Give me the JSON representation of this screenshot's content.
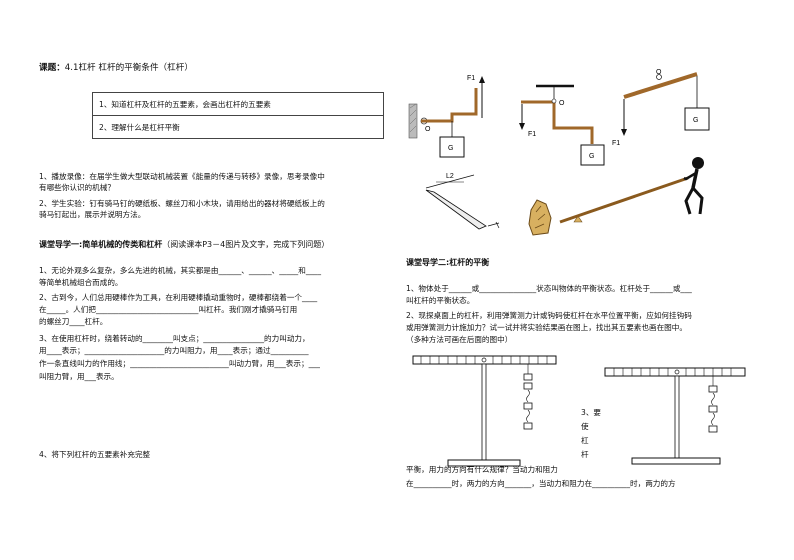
{
  "title": {
    "label": "课题：",
    "text": "4.1杠杆 杠杆的平衡条件（杠杆）"
  },
  "goals": [
    "1、知道杠杆及杠杆的五要素，会画出杠杆的五要素",
    "2、理解什么是杠杆平衡"
  ],
  "intro": [
    "1、播放录像：在届学生做大型联动机械装置《能量的传递与转移》录像，思考录像中",
    "有哪些你认识的机械？",
    "2、学生实验：钉有骑马钉的硬纸板、螺丝刀和小木块，请用给出的器材将硬纸板上的",
    "骑马钉起出，展示并说明方法。"
  ],
  "section1": {
    "heading": "课堂导学一:简单机械的传类和杠杆",
    "note": "（阅读课本P3－4图片及文字，完成下列问题）"
  },
  "section1_lines": [
    "1、无论外观多么复杂，多么先进的机械，其实都是由______、______、_____和____",
    "等简单机械组合而成的。",
    "2、古到今，人们总用硬棒作为工具，在利用硬棒撬动重物时，硬棒都绕着一个____",
    "在_____。人们把___________________________叫杠杆。我们刚才撬骑马钉用",
    "的螺丝刀____杠杆。",
    "3、在使用杠杆时，绕着转动的________叫支点；________________的力叫动力，",
    "用____表示；_____________________的力叫阻力，用____表示；通过__________",
    "作一条直线叫力的作用线；__________________________叫动力臂，用___表示；___",
    "叫阻力臂，用___表示。"
  ],
  "q4": "4、将下列杠杆的五要素补充完整",
  "section2": {
    "heading": "课堂导学二:杠杆的平衡"
  },
  "section2_lines": [
    "1、物体处于______或_______________状态叫物体的平衡状态。杠杆处于______或___",
    "叫杠杆的平衡状态。",
    "2、现探桌面上的杠杆，利用弹簧测力计或钩码使杠杆在水平位置平衡，应如何挂钩码",
    "或用弹簧测力计施加力？试一试并将实验结果画在图上，找出其五要素也画在图中。",
    "（多种方法可画在后面的图中）"
  ],
  "q3_vertical": [
    "3、要",
    "使",
    "杠",
    "杆"
  ],
  "bottom_lines": [
    "平衡，用力的方向有什么规律？当动力和阻力",
    "在__________时，两力的方向_______，当动力和阻力在__________时，两力的方"
  ],
  "fig_labels": {
    "f1": "F1",
    "o": "O",
    "g": "G",
    "l2": "L2"
  }
}
